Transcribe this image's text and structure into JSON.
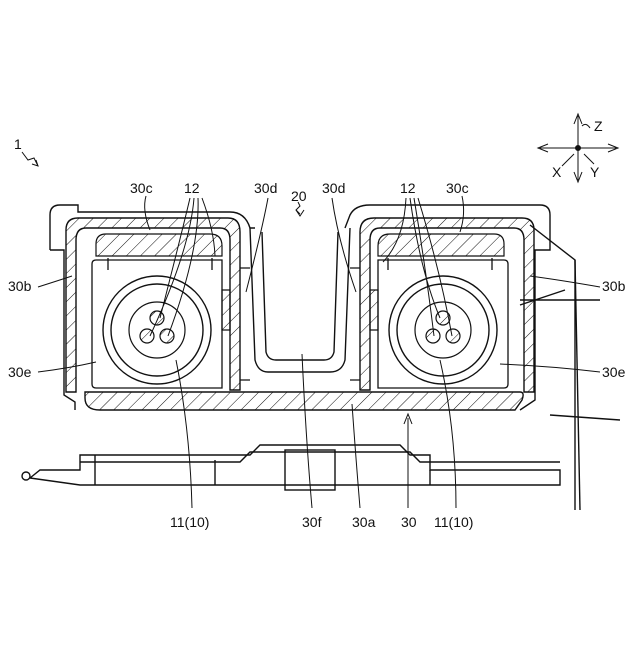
{
  "figure": {
    "reference_numeral": "1",
    "callout_20": "20",
    "labels": {
      "left_30c": "30c",
      "left_12": "12",
      "left_30d": "30d",
      "right_30d": "30d",
      "right_12": "12",
      "right_30c": "30c",
      "left_30b": "30b",
      "right_30b": "30b",
      "left_30e": "30e",
      "right_30e": "30e",
      "bottom_left_11": "11(10)",
      "bottom_30f": "30f",
      "bottom_30a": "30a",
      "bottom_30": "30",
      "bottom_right_11": "11(10)"
    },
    "axes": {
      "z": "Z",
      "x": "X",
      "y": "Y"
    }
  }
}
